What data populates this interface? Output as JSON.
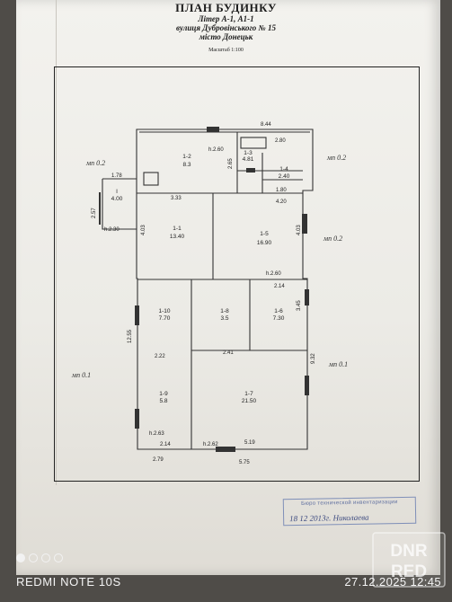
{
  "document": {
    "title": "ПЛАН БУДИНКУ",
    "subtitle1": "Літер А-1, А1-1",
    "subtitle2": "вулиця Дубровінського  № 15",
    "subtitle3": "місто Донецьк",
    "scale": "Масштаб 1:100"
  },
  "plan": {
    "rooms": [
      {
        "num": "1-2",
        "area": "8.3"
      },
      {
        "num": "1-3",
        "area": "4.81"
      },
      {
        "num": "1-4",
        "area": "2.40"
      },
      {
        "num": "1-1",
        "area": "13.40"
      },
      {
        "num": "1-5",
        "area": "16.90"
      },
      {
        "num": "1-10",
        "area": "7.70"
      },
      {
        "num": "1-8",
        "area": "3.5"
      },
      {
        "num": "1-6",
        "area": "7.30"
      },
      {
        "num": "1-9",
        "area": "5.8"
      },
      {
        "num": "1-7",
        "area": "21.50"
      },
      {
        "num": "I",
        "area": "4.00"
      }
    ],
    "dimensions": [
      "8.44",
      "h.2.60",
      "2.80",
      "2.65",
      "1.80",
      "1.78",
      "2.57",
      "h.2.30",
      "3.33",
      "4.20",
      "4.03",
      "4.03",
      "h.2.60",
      "2.14",
      "12.55",
      "3.45",
      "2.41",
      "2.22",
      "9.32",
      "h.2.63",
      "2.14",
      "h.2.62",
      "5.19",
      "2.79",
      "5.75"
    ],
    "notes": [
      "мп 0.2",
      "мп 0.2",
      "мп 0.2",
      "мп 0.1",
      "мп 0.1"
    ]
  },
  "stamp": {
    "title": "Бюро технической инвентаризации",
    "date": "18  12  2013г.  Николаева"
  },
  "camera": {
    "device": "REDMI NOTE 10S",
    "datetime": "27.12.2025 12:45"
  },
  "watermark": "DNR RED"
}
